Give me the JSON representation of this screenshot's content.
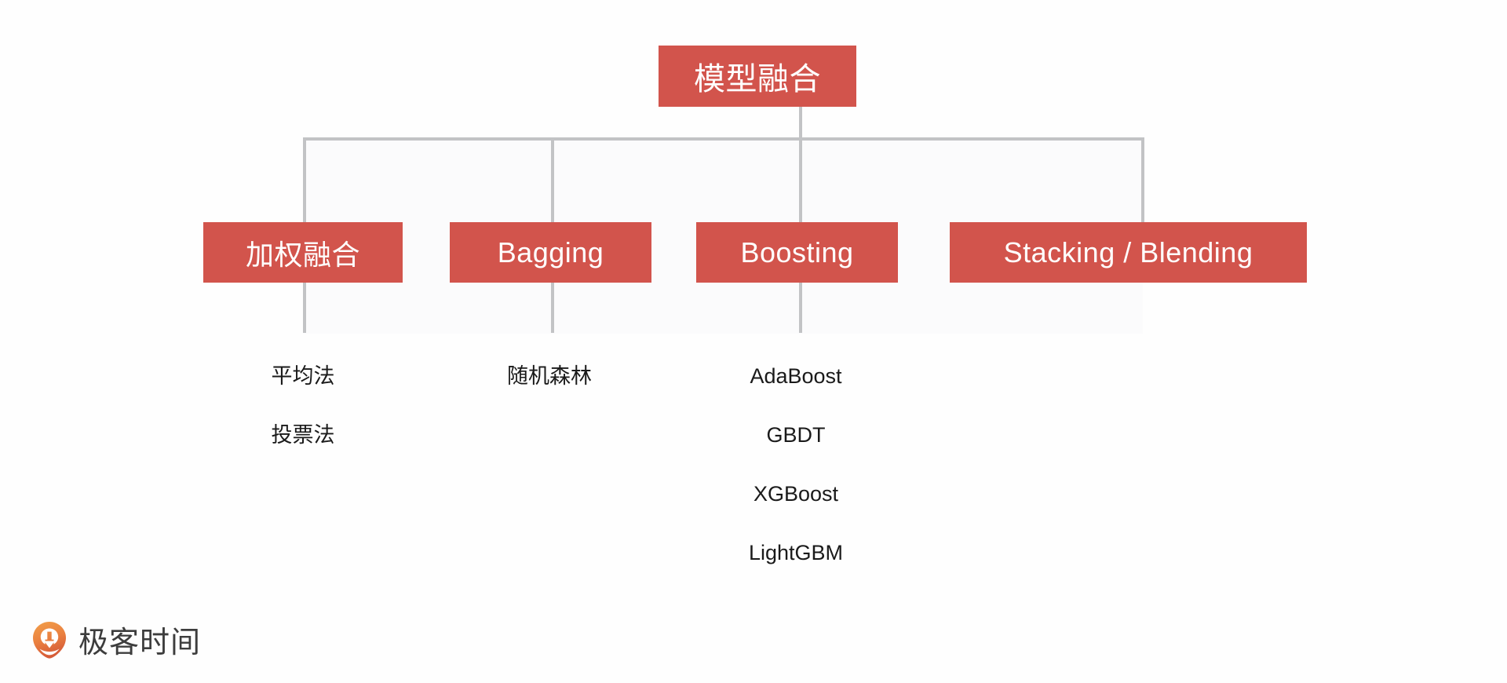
{
  "diagram": {
    "type": "tree",
    "root": {
      "label": "模型融合"
    },
    "branches": [
      {
        "label": "加权融合",
        "leaves": [
          "平均法",
          "投票法"
        ]
      },
      {
        "label": "Bagging",
        "leaves": [
          "随机森林"
        ]
      },
      {
        "label": "Boosting",
        "leaves": [
          "AdaBoost",
          "GBDT",
          "XGBoost",
          "LightGBM"
        ]
      },
      {
        "label": "Stacking / Blending",
        "leaves": []
      }
    ]
  },
  "footer": {
    "logo_icon": "geektime-pin-icon",
    "brand": "极客时间"
  },
  "colors": {
    "node_fill": "#d2544c",
    "node_text": "#ffffff",
    "connector": "#c2c3c5",
    "leaf_text": "#1a1a1a",
    "brand_text": "#3d3d3d",
    "logo_orange_light": "#f0913c",
    "logo_orange_dark": "#d9603a",
    "background": "#ffffff"
  }
}
